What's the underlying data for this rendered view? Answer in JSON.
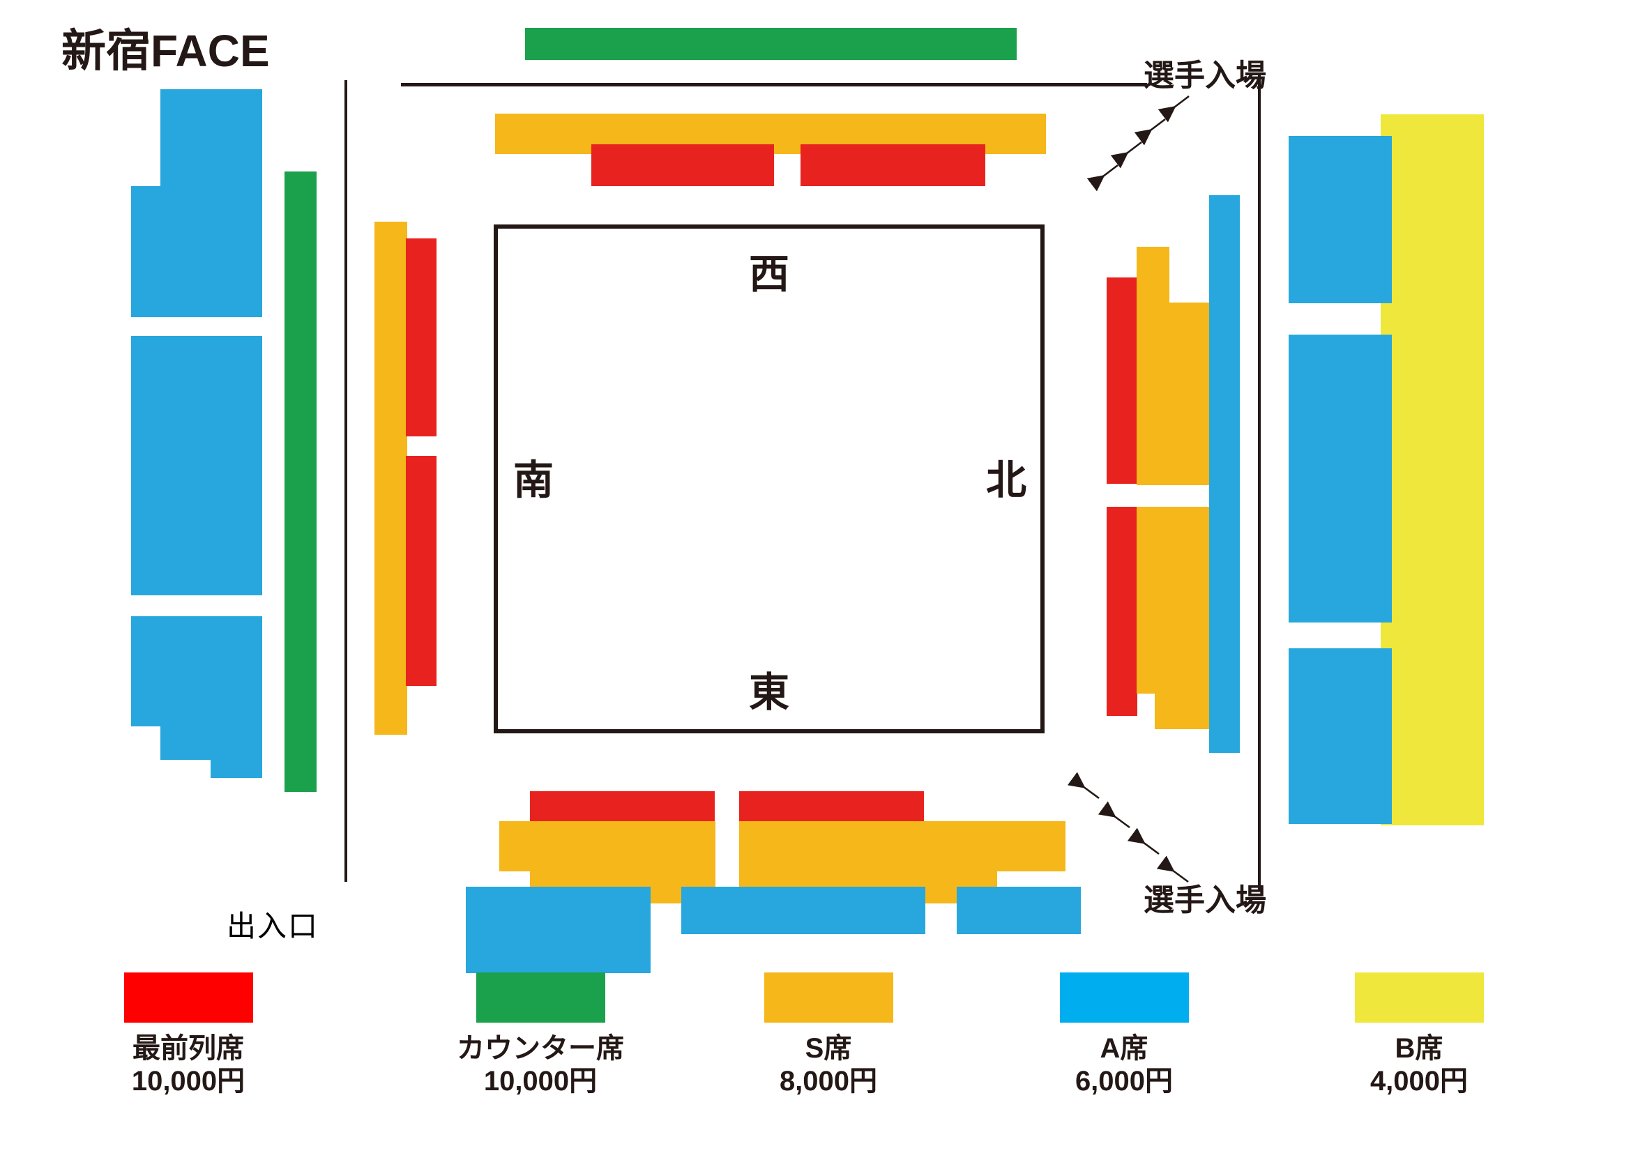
{
  "venue": {
    "title": "新宿FACE"
  },
  "ring": {
    "directions": {
      "top": "西",
      "left": "南",
      "right": "北",
      "bottom": "東"
    }
  },
  "annotations": {
    "entrance": "出入口",
    "player_entry_top": "選手入場",
    "player_entry_bottom": "選手入場"
  },
  "legend": {
    "items": [
      {
        "name": "最前列席",
        "price": "10,000円",
        "color": "#FF0000",
        "key": "front-row"
      },
      {
        "name": "カウンター席",
        "price": "10,000円",
        "color": "#1BA14B",
        "key": "counter"
      },
      {
        "name": "S席",
        "price": "8,000円",
        "color": "#F5B719",
        "key": "s-seat"
      },
      {
        "name": "A席",
        "price": "6,000円",
        "color": "#00AEEF",
        "key": "a-seat"
      },
      {
        "name": "B席",
        "price": "4,000円",
        "color": "#EFE73B",
        "key": "b-seat"
      }
    ]
  },
  "colors": {
    "front_row": "#E8231F",
    "counter": "#1BA14B",
    "s_seat": "#F5B719",
    "a_seat": "#27A7DE",
    "b_seat": "#EFE73B",
    "ink": "#231815"
  },
  "seating_blocks": [
    {
      "section": "counter",
      "side": "top",
      "label": "カウンター席"
    },
    {
      "section": "s_seat",
      "side": "top",
      "label": "S席"
    },
    {
      "section": "front_row",
      "side": "top",
      "label": "最前列席"
    },
    {
      "section": "counter",
      "side": "left-outer",
      "label": "カウンター席"
    },
    {
      "section": "a_seat",
      "side": "left-outer",
      "label": "A席"
    },
    {
      "section": "s_seat",
      "side": "left-inner",
      "label": "S席"
    },
    {
      "section": "front_row",
      "side": "left-inner",
      "label": "最前列席"
    },
    {
      "section": "front_row",
      "side": "right-inner",
      "label": "最前列席"
    },
    {
      "section": "s_seat",
      "side": "right-inner",
      "label": "S席"
    },
    {
      "section": "a_seat",
      "side": "right-inner",
      "label": "A席"
    },
    {
      "section": "a_seat",
      "side": "right-outer",
      "label": "A席"
    },
    {
      "section": "b_seat",
      "side": "right-outer",
      "label": "B席"
    },
    {
      "section": "front_row",
      "side": "bottom",
      "label": "最前列席"
    },
    {
      "section": "s_seat",
      "side": "bottom",
      "label": "S席"
    },
    {
      "section": "a_seat",
      "side": "bottom",
      "label": "A席"
    }
  ]
}
